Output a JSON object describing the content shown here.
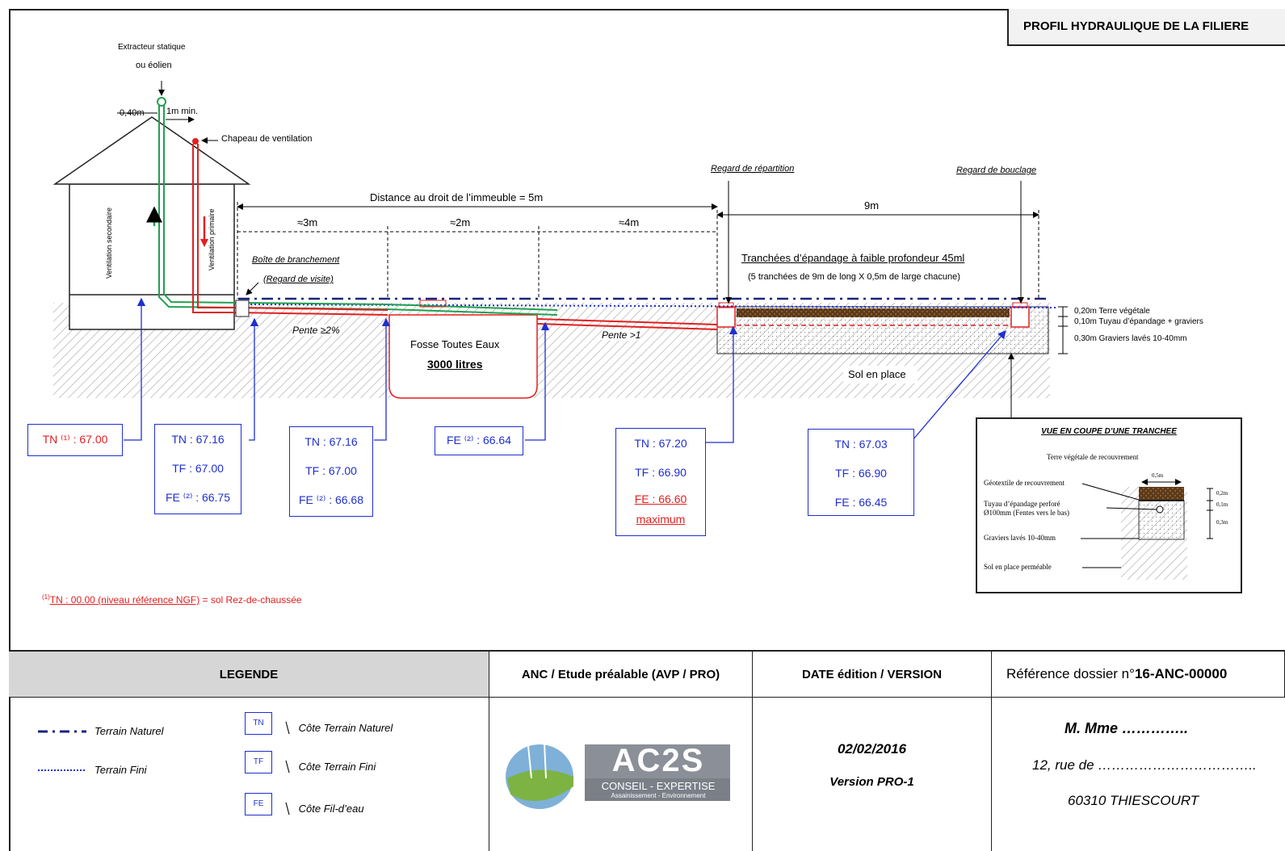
{
  "title": "PROFIL HYDRAULIQUE DE LA FILIERE",
  "labels": {
    "extracteur_1": "Extracteur statique",
    "extracteur_2": "ou éolien",
    "dim_040": "0,40m",
    "dim_1m": "1m min.",
    "chapeau": "Chapeau de ventilation",
    "vent_secondaire": "Ventilation secondaire",
    "vent_primaire": "Ventilation primaire",
    "distance": "Distance au droit de l’immeuble = 5m",
    "d3": "≈3m",
    "d2": "≈2m",
    "d4": "≈4m",
    "d9": "9m",
    "boite_1": "Boîte de branchement",
    "boite_2": "(Regard de visite)",
    "regard_rep": "Regard de répartition",
    "regard_bouc": "Regard de bouclage",
    "tranchees_1": "Tranchées d’épandage à faible profondeur 45ml",
    "tranchees_2": "(5 tranchées de 9m de long X 0,5m de large chacune)",
    "pente_2": "Pente ≥2%",
    "pente_1": "Pente >1",
    "fosse_1": "Fosse Toutes Eaux",
    "fosse_2": "3000 litres",
    "sol_place": "Sol en place",
    "couche_1": "0,20m Terre végétale",
    "couche_2": "0,10m Tuyau d’épandage + graviers",
    "couche_3": "0,30m Graviers lavés 10-40mm"
  },
  "boxes": {
    "b1": {
      "l1": "TN ⁽¹⁾ : 67.00"
    },
    "b2": {
      "l1": "TN : 67.16",
      "l2": "TF : 67.00",
      "l3": "FE ⁽²⁾ : 66.75"
    },
    "b3": {
      "l1": "TN : 67.16",
      "l2": "TF : 67.00",
      "l3": "FE ⁽²⁾ : 66.68"
    },
    "b4": {
      "l1": "FE ⁽²⁾ : 66.64"
    },
    "b5": {
      "l1": "TN : 67.20",
      "l2": "TF : 66.90",
      "l3": "FE : 66.60",
      "l4": "maximum"
    },
    "b6": {
      "l1": "TN : 67.03",
      "l2": "TF : 66.90",
      "l3": "FE : 66.45"
    }
  },
  "cut": {
    "title": "VUE EN COUPE D’UNE TRANCHEE",
    "terre": "Terre végétale de recouvrement",
    "geotextile": "Géotextile de recouvrement",
    "tuyau_1": "Tuyau d’épandage perforé",
    "tuyau_2": "Ø100mm (Fentes vers le bas)",
    "graviers": "Graviers lavés 10-40mm",
    "sol": "Sol en place perméable",
    "w": "0,5m",
    "h1": "0,2m",
    "h2": "0,1m",
    "h3": "0,3m"
  },
  "footnote": {
    "sup": "(1)",
    "main": "TN : 00.00 (niveau référence NGF)",
    "rest": " = sol Rez-de-chaussée"
  },
  "legend": {
    "header": "LEGENDE",
    "tn_line": "Terrain Naturel",
    "tf_line": "Terrain Fini",
    "tn_box": "TN",
    "tf_box": "TF",
    "fe_box": "FE",
    "tn_desc": "Côte Terrain Naturel",
    "tf_desc": "Côte Terrain Fini",
    "fe_desc": "Côte Fil-d’eau"
  },
  "anc": {
    "header": "ANC / Etude préalable (AVP / PRO)",
    "logo_main": "AC2S",
    "logo_sub1": "CONSEIL - EXPERTISE",
    "logo_sub2": "Assainissement - Environnement"
  },
  "date": {
    "header": "DATE édition / VERSION",
    "date": "02/02/2016",
    "version": "Version PRO-1"
  },
  "ref": {
    "header_prefix": "Référence dossier n°",
    "header_num": "16-ANC-00000",
    "client": "M. Mme …………..",
    "street": "12, rue de ……………………………..",
    "city": "60310 THIESCOURT"
  },
  "colors": {
    "blue": "#1f2fd0",
    "red": "#e02020",
    "green": "#22a050",
    "navy": "#1a237e"
  }
}
